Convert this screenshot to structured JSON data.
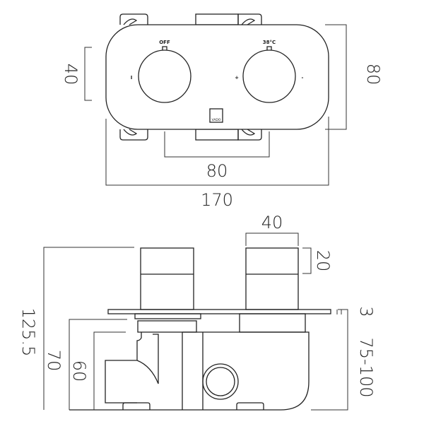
{
  "top_view": {
    "left_knob_label": "OFF",
    "right_knob_label": "38°C",
    "left_side_mark": "I",
    "right_plus": "+",
    "right_minus": "-",
    "brand": "VADO",
    "dim_knob_diameter": "40",
    "dim_height": "80",
    "dim_knob_spacing": "80",
    "dim_width": "170"
  },
  "side_view": {
    "dim_knob_width": "40",
    "dim_knob_height": "20",
    "dim_total_depth": "125.5",
    "dim_70": "70",
    "dim_60": "60",
    "dim_plate": "3",
    "dim_wall_range": "75-100"
  }
}
